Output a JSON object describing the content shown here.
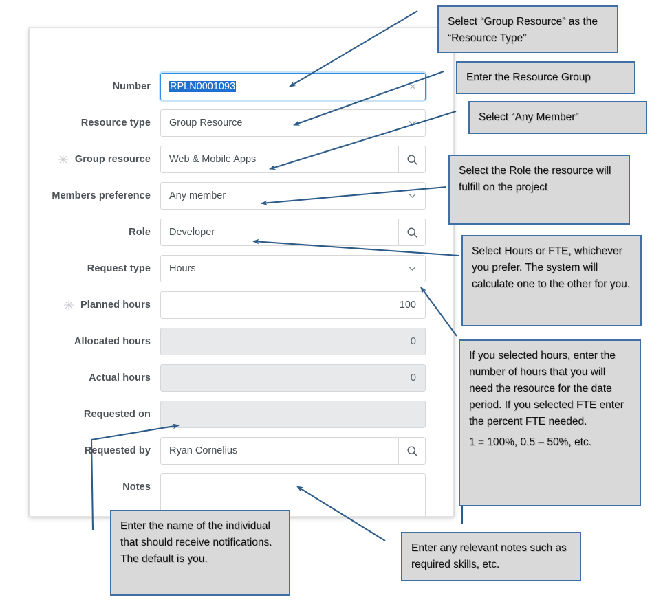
{
  "form": {
    "fields": [
      {
        "id": "number",
        "label": "Number",
        "required": false,
        "value": "RPLN0001093",
        "kind": "text-focused",
        "trailing": "clear-x"
      },
      {
        "id": "resource-type",
        "label": "Resource type",
        "required": false,
        "value": "Group Resource",
        "kind": "select",
        "trailing": "chevron-down"
      },
      {
        "id": "group-resource",
        "label": "Group resource",
        "required": true,
        "value": "Web & Mobile Apps",
        "kind": "lookup",
        "trailing": "search"
      },
      {
        "id": "members-preference",
        "label": "Members preference",
        "required": false,
        "value": "Any member",
        "kind": "select",
        "trailing": "chevron-down"
      },
      {
        "id": "role",
        "label": "Role",
        "required": false,
        "value": "Developer",
        "kind": "lookup",
        "trailing": "search"
      },
      {
        "id": "request-type",
        "label": "Request type",
        "required": false,
        "value": "Hours",
        "kind": "select",
        "trailing": "chevron-down"
      },
      {
        "id": "planned-hours",
        "label": "Planned hours",
        "required": true,
        "value": "100",
        "kind": "number",
        "trailing": "none"
      },
      {
        "id": "allocated-hours",
        "label": "Allocated hours",
        "required": false,
        "value": "0",
        "kind": "number-disabled",
        "trailing": "none"
      },
      {
        "id": "actual-hours",
        "label": "Actual hours",
        "required": false,
        "value": "0",
        "kind": "number-disabled",
        "trailing": "none"
      },
      {
        "id": "requested-on",
        "label": "Requested on",
        "required": false,
        "value": "",
        "kind": "text-disabled",
        "trailing": "none"
      },
      {
        "id": "requested-by",
        "label": "Requested by",
        "required": false,
        "value": "Ryan Cornelius",
        "kind": "lookup",
        "trailing": "search"
      },
      {
        "id": "notes",
        "label": "Notes",
        "required": false,
        "value": "",
        "kind": "textarea",
        "trailing": "none"
      }
    ],
    "required_marker": "✳"
  },
  "callouts": [
    {
      "id": "resource-type-callout",
      "lines": [
        "Select “Group Resource” as",
        "the “Resource Type”"
      ]
    },
    {
      "id": "group-resource-callout",
      "lines": [
        "Enter the Resource Group"
      ]
    },
    {
      "id": "members-preference-callout",
      "lines": [
        "Select “Any Member”"
      ]
    },
    {
      "id": "role-callout",
      "lines": [
        "Select the Role the",
        "resource will fulfill on the",
        "project"
      ]
    },
    {
      "id": "request-type-callout",
      "lines": [
        "Select Hours or FTE,",
        "whichever you prefer. The",
        "system will calculate one to",
        "the other for you."
      ]
    },
    {
      "id": "planned-hours-callout",
      "lines": [
        "If you selected hours, enter",
        "the number of hours that",
        "you will need the resource",
        "for the date period. If you",
        "selected FTE enter the",
        "percent FTE needed.",
        "",
        "1 = 100%, 0.5 – 50%, etc."
      ]
    },
    {
      "id": "requested-by-callout",
      "lines": [
        "Enter the name of the",
        "individual that should",
        "receive notifications. The",
        "default is you."
      ]
    },
    {
      "id": "notes-callout",
      "lines": [
        "Enter any relevant notes",
        "such as required skills, etc."
      ]
    }
  ],
  "colors": {
    "annotation_border": "#3F6FA4",
    "annotation_fill": "#D9D9D9",
    "arrow": "#2E5C8A",
    "focus_blue": "#2F8FE8",
    "selection_blue": "#1F6FD0",
    "label_gray": "#4D5358",
    "disabled_fill": "#E7E9EA"
  }
}
